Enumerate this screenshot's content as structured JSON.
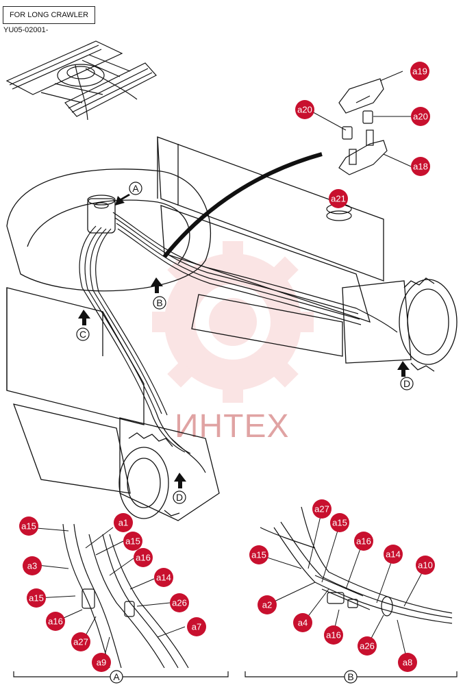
{
  "header": {
    "variant_label": "FOR LONG CRAWLER",
    "serial_label": "YU05-02001-"
  },
  "watermark": {
    "text": "ИНТЕХ",
    "color": "#f2b3b3"
  },
  "colors": {
    "callout_fill": "#c8102e",
    "callout_text": "#ffffff",
    "line": "#111111"
  },
  "view_markers": [
    "A",
    "B",
    "C",
    "D",
    "D"
  ],
  "callouts_main": [
    "a19",
    "a20",
    "a20",
    "a18",
    "a21"
  ],
  "callouts_view_a": [
    "a15",
    "a1",
    "a15",
    "a3",
    "a16",
    "a14",
    "a15",
    "a26",
    "a16",
    "a7",
    "a27",
    "a9"
  ],
  "callouts_view_b": [
    "a27",
    "a15",
    "a15",
    "a16",
    "a14",
    "a10",
    "a2",
    "a4",
    "a16",
    "a26",
    "a8"
  ],
  "detail_labels": {
    "view_a": "A",
    "view_b": "B"
  }
}
